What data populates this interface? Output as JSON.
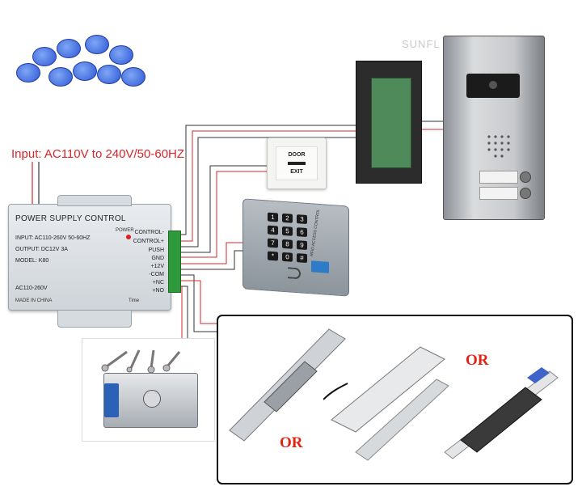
{
  "input_label": "Input: AC110V to 240V/50-60HZ",
  "watermark": "SUNFL",
  "power_supply": {
    "title": "POWER SUPPLY CONTROL",
    "input_line": "INPUT: AC110-260V 50-60HZ",
    "output_line": "OUTPUT: DC12V 3A",
    "model_line": "MODEL: K80",
    "ac_label": "AC110-260V",
    "power_label": "POWER",
    "made_in": "MADE IN CHINA",
    "time_label": "Time",
    "terminals": [
      "CONTROL-",
      "CONTROL+",
      "PUSH",
      "GND",
      "+12V",
      "-COM",
      "+NC",
      "+NO"
    ]
  },
  "exit_button": {
    "line1": "DOOR",
    "line2": "EXIT"
  },
  "keypad": {
    "keys": [
      "1",
      "2",
      "3",
      "4",
      "5",
      "6",
      "7",
      "8",
      "9",
      "*",
      "0",
      "#"
    ],
    "brand": "RFID ACCESS CONTROL"
  },
  "or_labels": [
    "OR",
    "OR"
  ],
  "colors": {
    "wire_red": "#d8242a",
    "wire_dark": "#333333",
    "or_red": "#e32213",
    "card_blue": "#2f58d6"
  }
}
